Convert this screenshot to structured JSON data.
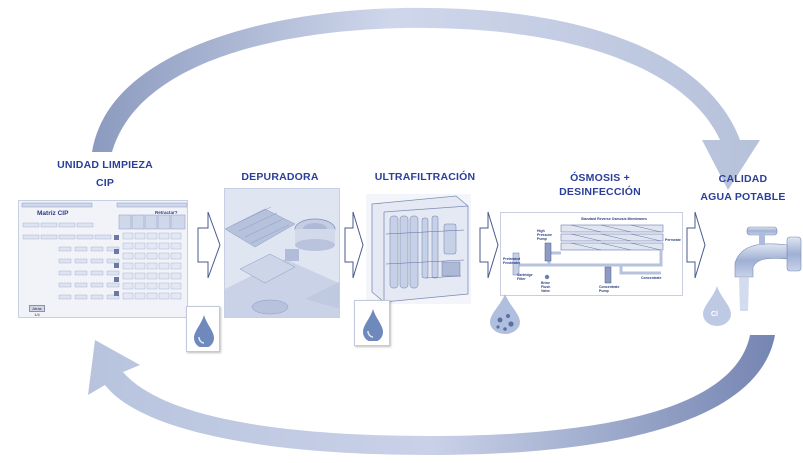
{
  "stages": [
    {
      "id": "cip",
      "title_line1": "UNIDAD LIMPIEZA",
      "title_line2": "CIP"
    },
    {
      "id": "depuradora",
      "title": "DEPURADORA"
    },
    {
      "id": "ultrafiltracion",
      "title": "ULTRAFILTRACIÓN"
    },
    {
      "id": "osmosis",
      "title_line1": "ÓSMOSIS +",
      "title_line2": "DESINFECCIÓN"
    },
    {
      "id": "calidad",
      "title_line1": "CALIDAD",
      "title_line2": "AGUA POTABLE"
    }
  ],
  "cip_screen": {
    "header": "Matriz CIP",
    "right_header": "Retractar?",
    "back_button": "Atrás 1/4"
  },
  "ro_diagram": {
    "top_label": "Standard Reverse Osmosis Membranes",
    "permeate": "Permeate",
    "high_pressure_pump": "High Pressure Pump",
    "pretreated_feedwater": "Pretreated Feedwater",
    "cartridge_filter": "Cartridge Filter",
    "brine_flush_valve": "Brine Flush Valve",
    "concentrate_pump": "Concentrate Pump",
    "concentrate": "Concentrate"
  },
  "chlorine_symbol": "Cl",
  "colors": {
    "title": "#2a3f9a",
    "cycle_arrow": "#8f9dbf",
    "panel_tint": "#eef1f8",
    "drop": "#6f89bd"
  }
}
